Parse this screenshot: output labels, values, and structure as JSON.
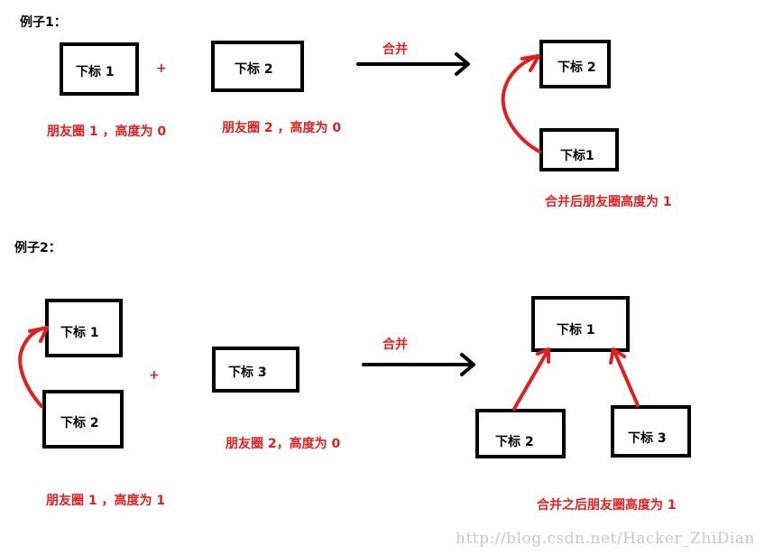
{
  "example1": {
    "title": "例子1：",
    "box_a": "下标 1",
    "plus": "+",
    "box_b": "下标 2",
    "caption_a": "朋友圈 1 ，高度为 0",
    "caption_b": "朋友圈 2 ，高度为 0",
    "merge_label": "合并",
    "result_top": "下标 2",
    "result_bottom": "下标1",
    "result_caption": "合并后朋友圈高度为 1"
  },
  "example2": {
    "title": "例子2：",
    "box_top": "下标 1",
    "box_bottom": "下标 2",
    "plus": "+",
    "box_c": "下标 3",
    "caption_c": "朋友圈 2，高度为 0",
    "caption_a": "朋友圈 1 ，高度为 1",
    "merge_label": "合并",
    "result_top": "下标 1",
    "result_left": "下标 2",
    "result_right": "下标 3",
    "result_caption": "合并之后朋友圈高度为 1"
  },
  "watermark": "http://blog.csdn.net/Hacker_ZhiDian",
  "colors": {
    "accent_red": "#e02020",
    "stroke": "#000000"
  }
}
